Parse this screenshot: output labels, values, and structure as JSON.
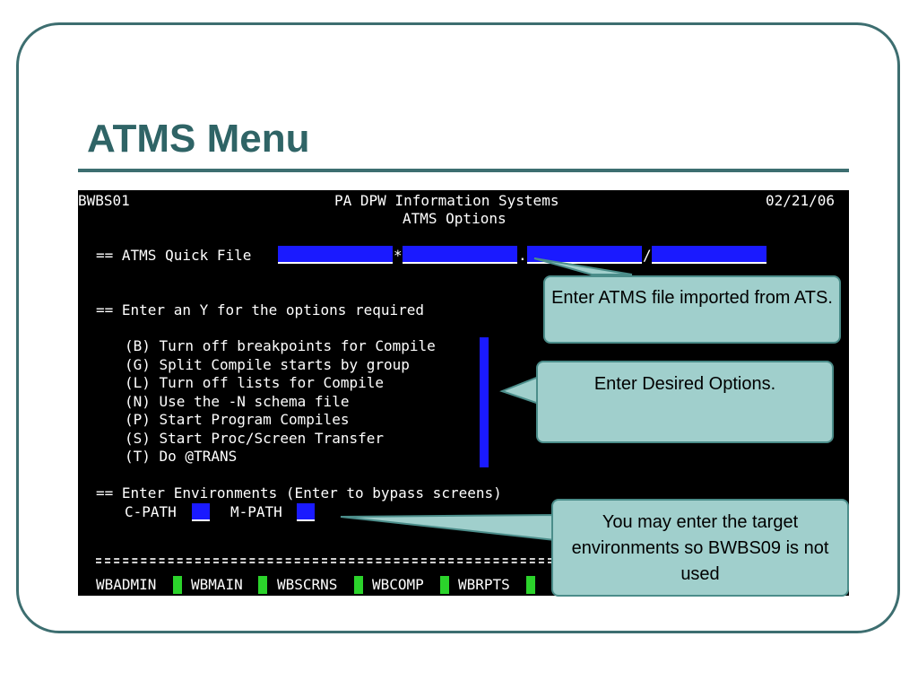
{
  "slide": {
    "title": "ATMS Menu"
  },
  "terminal": {
    "screen_id": "BWBS01",
    "header_center": "PA DPW Information Systems",
    "header_sub": "ATMS Options",
    "date": "02/21/06",
    "quick_file_label": "== ATMS Quick File",
    "quick_file_sep1": "*",
    "quick_file_sep2": ".",
    "quick_file_sep3": "/",
    "options_heading": "== Enter an Y for the options required",
    "options": [
      "(B) Turn off breakpoints for Compile",
      "(G) Split Compile starts by group",
      "(L) Turn off lists for Compile",
      "(N) Use the -N schema file",
      "(P) Start Program Compiles",
      "(S) Start Proc/Screen Transfer",
      "(T) Do @TRANS"
    ],
    "env_heading": "== Enter Environments (Enter to bypass screens)",
    "cpath_label": "C-PATH",
    "mpath_label": "M-PATH",
    "bottom_links": [
      "WBADMIN",
      "WBMAIN",
      "WBSCRNS",
      "WBCOMP",
      "WBRPTS"
    ]
  },
  "callouts": {
    "file": "Enter ATMS file imported from ATS.",
    "options": "Enter Desired Options.",
    "env": "You may enter the target environments so BWBS09 is not used"
  },
  "colors": {
    "accent": "#3d6e70",
    "callout_fill": "#a0cfcc",
    "field_blue": "#1a1aff",
    "field_green": "#2bd32b"
  }
}
